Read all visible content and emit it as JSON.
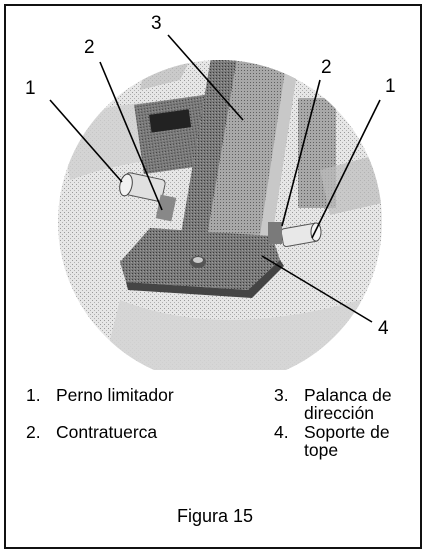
{
  "callouts": {
    "c1_left": "1",
    "c2_left": "2",
    "c3": "3",
    "c2_right": "2",
    "c1_right": "1",
    "c4": "4"
  },
  "legend": {
    "items": [
      {
        "num": "1.",
        "text": "Perno limitador"
      },
      {
        "num": "2.",
        "text": "Contratuerca"
      },
      {
        "num": "3.",
        "text": "Palanca de dirección"
      },
      {
        "num": "4.",
        "text": "Soporte de tope"
      }
    ]
  },
  "caption": "Figura 15"
}
